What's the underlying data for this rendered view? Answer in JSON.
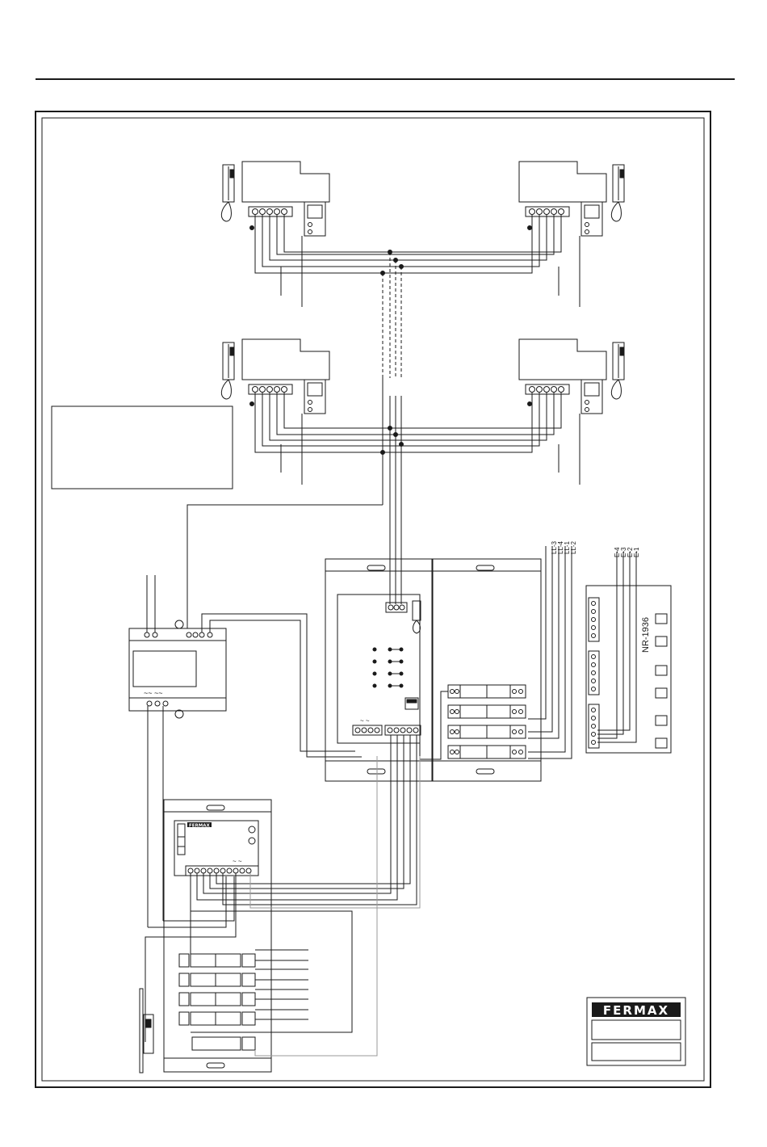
{
  "brand": {
    "logo_text": "FERMAX",
    "device_logo_text": "FERMAX"
  },
  "labels": {
    "relay_module": "NR-1936",
    "line_outputs": [
      "LL-3",
      "LL-4",
      "LL-1",
      "LL-2"
    ],
    "entry_outputs": [
      "E-4",
      "E-3",
      "E-2",
      "E-1"
    ],
    "ac_symbol": "~ ~",
    "psu_ac_symbol": "~~ ~~"
  },
  "colors": {
    "line": "#1a1a1a",
    "light_wire": "#9a9a9a",
    "logo_bg": "#1a1a1a",
    "logo_fg": "#ffffff"
  }
}
